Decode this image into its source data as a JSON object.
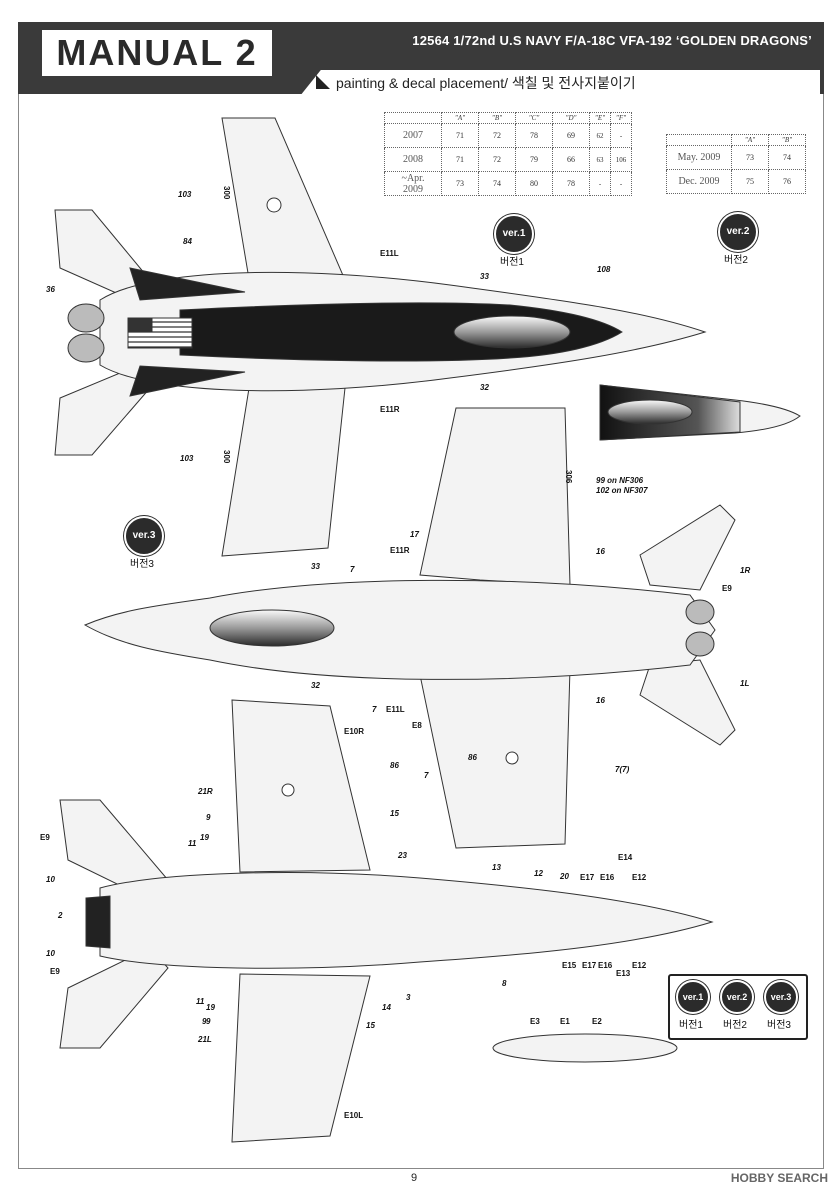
{
  "header": {
    "manual_title": "MANUAL 2",
    "kit_title": "12564 1/72nd U.S NAVY F/A-18C VFA-192 ‘GOLDEN DRAGONS’",
    "section_label": "painting & decal placement/ 색칠 및 전사지붙이기"
  },
  "table1": {
    "columns": [
      "\"A\"",
      "\"B\"",
      "\"C\"",
      "\"D\"",
      "\"E\"",
      "\"F\""
    ],
    "rows": [
      {
        "year": "2007",
        "cells": [
          "71",
          "72",
          "78",
          "69",
          "62",
          "-"
        ]
      },
      {
        "year": "2008",
        "cells": [
          "71",
          "72",
          "79",
          "66",
          "63",
          "106"
        ]
      },
      {
        "year": "~Apr. 2009",
        "cells": [
          "73",
          "74",
          "80",
          "78",
          "-",
          "-"
        ]
      }
    ]
  },
  "table2": {
    "columns": [
      "\"A\"",
      "\"B\""
    ],
    "rows": [
      {
        "year": "May. 2009",
        "cells": [
          "73",
          "74"
        ]
      },
      {
        "year": "Dec. 2009",
        "cells": [
          "75",
          "76"
        ]
      }
    ]
  },
  "versions": {
    "v1": {
      "badge": "ver.1",
      "label": "버전1"
    },
    "v2": {
      "badge": "ver.2",
      "label": "버전2"
    },
    "v3": {
      "badge": "ver.3",
      "label": "버전3"
    }
  },
  "callouts": {
    "top_view": [
      "103",
      "84",
      "36",
      "33",
      "32",
      "108",
      "E11L",
      "E11R",
      "103"
    ],
    "top_modex": "300",
    "mid_view": [
      "17",
      "7",
      "33",
      "32",
      "16",
      "16",
      "1R",
      "1L",
      "E9",
      "E8",
      "86",
      "7",
      "7(7)",
      "E11R",
      "E11L",
      "7"
    ],
    "mid_note_1": "99 on NF306",
    "mid_note_2": "102 on NF307",
    "mid_modex": "306",
    "bottom_view": [
      "E10R",
      "86",
      "21R",
      "9",
      "11",
      "19",
      "15",
      "23",
      "E9",
      "10",
      "2",
      "10",
      "E9",
      "13",
      "12",
      "20",
      "E17",
      "E16",
      "E14",
      "E12",
      "E15",
      "E17",
      "E16",
      "E13",
      "E12",
      "8",
      "3",
      "14",
      "15",
      "9",
      "11",
      "19",
      "9",
      "21L",
      "E10L"
    ],
    "tank": [
      "E3",
      "E1",
      "E2"
    ]
  },
  "footer": {
    "page_number": "9",
    "watermark": "HOBBY SEARCH"
  }
}
